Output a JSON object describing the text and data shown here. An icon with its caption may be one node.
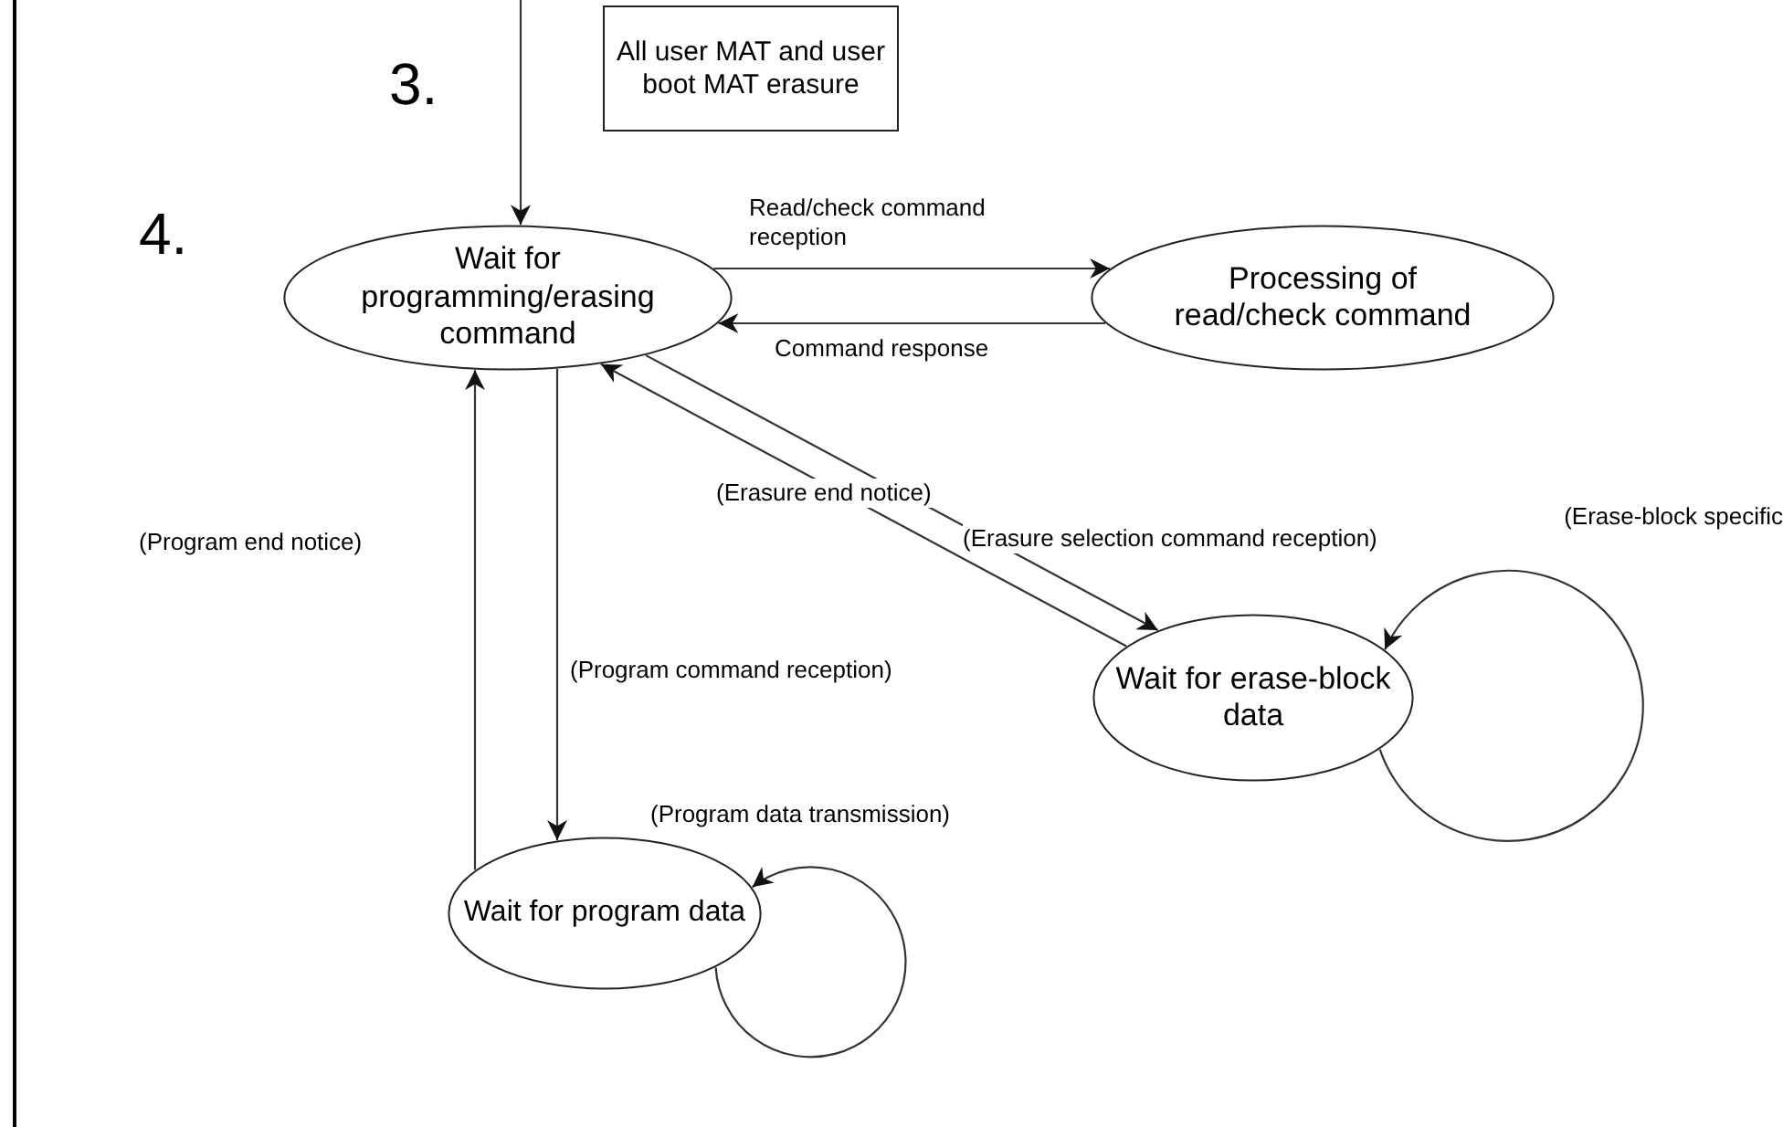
{
  "diagram": {
    "nodes": [
      {
        "text": [
          "All user MAT and user boot MAT erasure"
        ]
      },
      {
        "text": [
          "Wait for programming/erasing command"
        ]
      },
      {
        "text": [
          "Processing of read/check command"
        ]
      },
      {
        "text": [
          "Wait for erase-block data"
        ]
      },
      {
        "text": [
          "Wait for program data"
        ]
      }
    ],
    "edges": [
      {
        "from": null,
        "to": 1,
        "arrow": "to"
      },
      {
        "from": 1,
        "to": 2,
        "arrow": "to",
        "label": "Read/check command reception"
      },
      {
        "from": 2,
        "to": 1,
        "arrow": "to",
        "label": "Command response"
      },
      {
        "from": 1,
        "to": 3,
        "arrow": "to",
        "label": "(Erasure selection command reception)"
      },
      {
        "from": 3,
        "to": 1,
        "arrow": "to",
        "label": "(Erasure end notice)"
      },
      {
        "from": 1,
        "to": 4,
        "arrow": "to",
        "label": "(Program command reception)"
      },
      {
        "from": 4,
        "to": 1,
        "arrow": "to",
        "label": "(Program end notice)"
      },
      {
        "from": 4,
        "to": 4,
        "arrow": "to",
        "label": "(Program data transmission)"
      },
      {
        "from": 3,
        "to": 3,
        "arrow": "to",
        "label": "(Erase-block specific"
      }
    ],
    "labels": [
      "3.",
      "4."
    ]
  }
}
